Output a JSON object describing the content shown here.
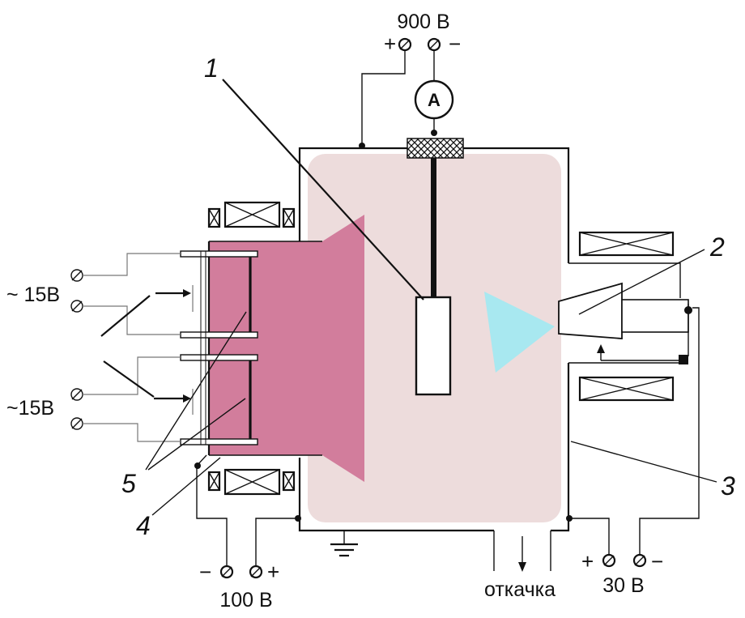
{
  "voltages": {
    "top": "900 В",
    "bottom_left": "100 В",
    "bottom_right": "30 В",
    "left_upper": "~ 15В",
    "left_lower": "~15В"
  },
  "ammeter": "A",
  "pump_label": "откачка",
  "numbers": {
    "n1": "1",
    "n2": "2",
    "n3": "3",
    "n4": "4",
    "n5": "5"
  },
  "signs": {
    "plus": "+",
    "minus": "−"
  },
  "colors": {
    "chamber_fill": "#eddcdc",
    "plasma_fill": "#d27d9c",
    "beam_fill": "#a8e8f0",
    "line": "#111111"
  }
}
